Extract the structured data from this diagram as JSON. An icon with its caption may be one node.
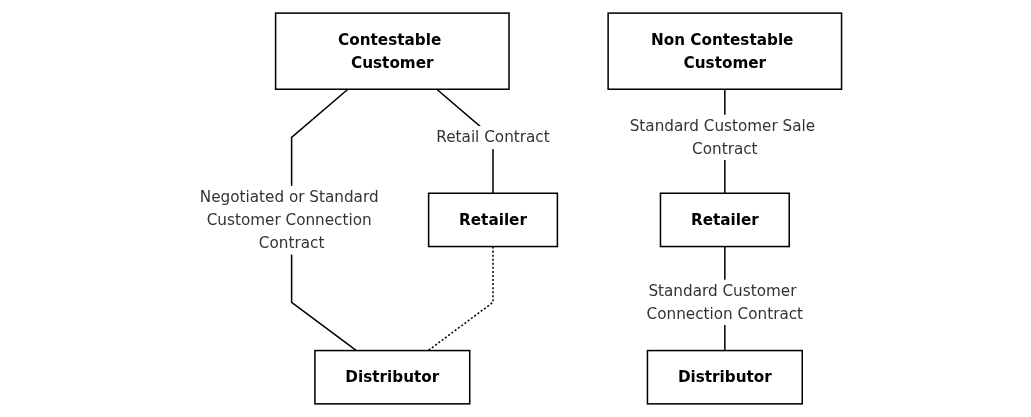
{
  "diagram": {
    "nodes": [
      {
        "text": [
          "Contestable Customer"
        ]
      },
      {
        "text": [
          "Retailer"
        ]
      },
      {
        "text": [
          "Distributor"
        ]
      },
      {
        "text": [
          "Non Contestable Customer"
        ]
      },
      {
        "text": [
          "Retailer"
        ]
      },
      {
        "text": [
          "Distributor"
        ]
      }
    ],
    "edges": [
      {
        "from": 0,
        "to": 1,
        "arrow": "none",
        "label": "Retail Contract"
      },
      {
        "from": 0,
        "to": 2,
        "arrow": "none",
        "label": "Negotiated or Standard Customer Connection Contract"
      },
      {
        "from": 1,
        "to": 2,
        "arrow": "none",
        "style": "dashed"
      },
      {
        "from": 3,
        "to": 4,
        "arrow": "none",
        "label": "Standard Customer Sale Contract"
      },
      {
        "from": 4,
        "to": 5,
        "arrow": "none",
        "label": "Standard Customer Connection Contract"
      }
    ]
  }
}
